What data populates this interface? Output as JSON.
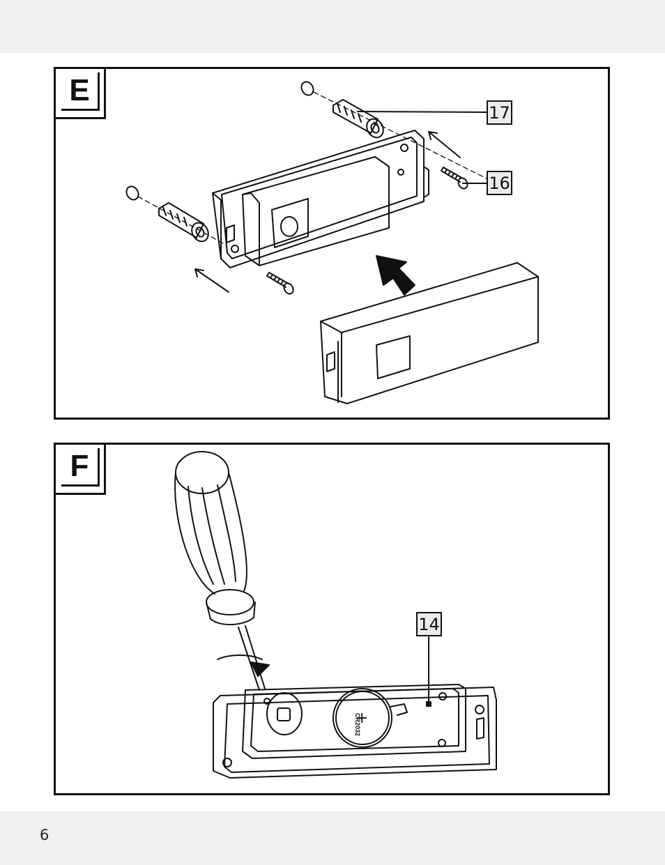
{
  "page": {
    "number": "6"
  },
  "panel_e": {
    "letter": "E",
    "callouts": {
      "wall_plug": "17",
      "screw": "16"
    }
  },
  "panel_f": {
    "letter": "F",
    "callouts": {
      "battery_compartment": "14"
    },
    "battery_label": "CR2032",
    "battery_symbol": "+"
  },
  "colors": {
    "line": "#111111",
    "band": "#f0f0f0",
    "callout_fill": "#ebebeb"
  }
}
